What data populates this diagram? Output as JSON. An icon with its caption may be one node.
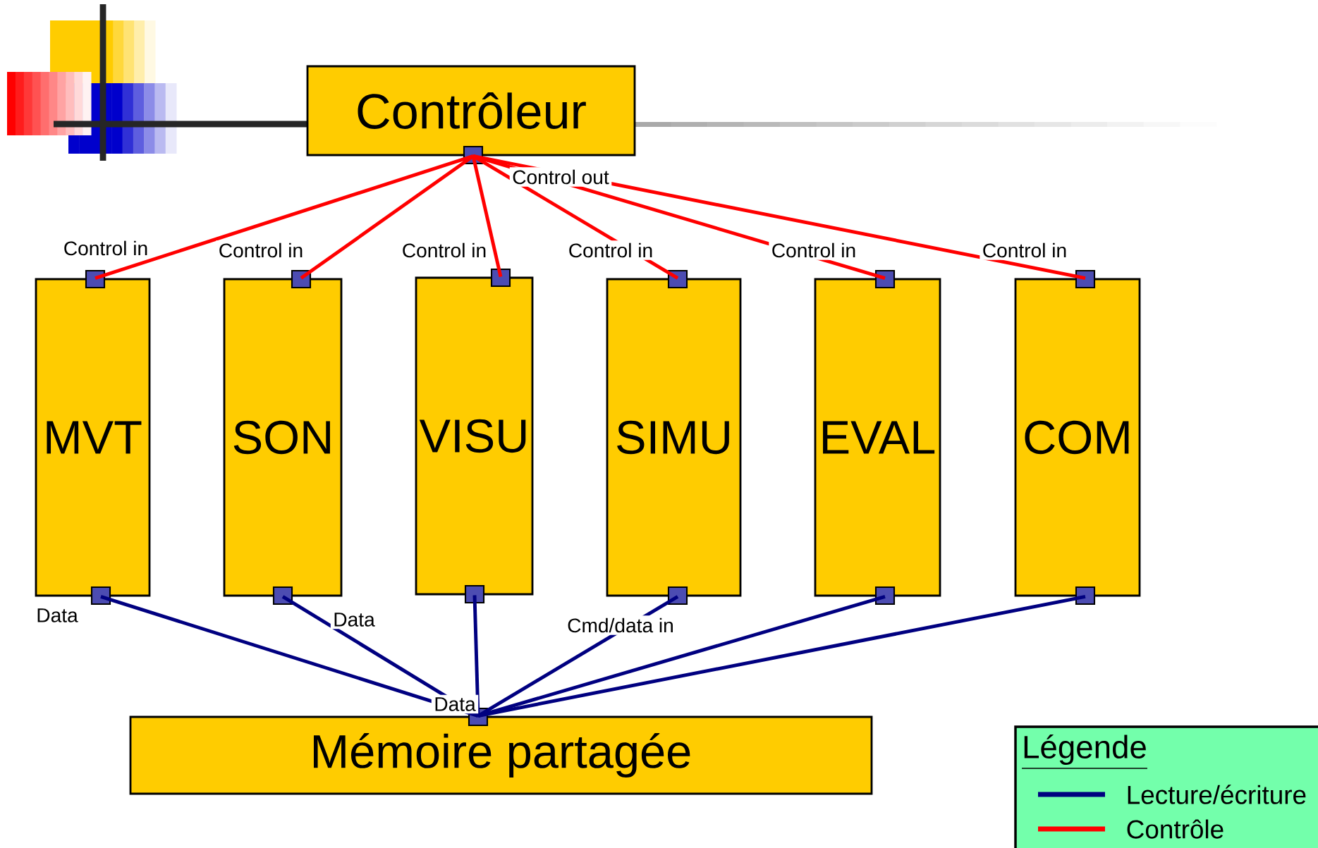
{
  "diagram": {
    "nodes": [
      {
        "text": [
          "Contrôleur"
        ]
      },
      {
        "text": [
          "MVT"
        ]
      },
      {
        "text": [
          "SON"
        ]
      },
      {
        "text": [
          "VISU"
        ]
      },
      {
        "text": [
          "SIMU"
        ]
      },
      {
        "text": [
          "EVAL"
        ]
      },
      {
        "text": [
          "COM"
        ]
      },
      {
        "text": [
          "Mémoire partagée"
        ]
      }
    ],
    "edges": [
      {
        "from": 0,
        "to": 1,
        "arrow": "none",
        "color": "#ff0000"
      },
      {
        "from": 0,
        "to": 2,
        "arrow": "none",
        "color": "#ff0000"
      },
      {
        "from": 0,
        "to": 3,
        "arrow": "none",
        "color": "#ff0000"
      },
      {
        "from": 0,
        "to": 4,
        "arrow": "none",
        "color": "#ff0000"
      },
      {
        "from": 0,
        "to": 5,
        "arrow": "none",
        "color": "#ff0000"
      },
      {
        "from": 0,
        "to": 6,
        "arrow": "none",
        "color": "#ff0000"
      },
      {
        "from": 1,
        "to": 7,
        "arrow": "none",
        "color": "#000080"
      },
      {
        "from": 2,
        "to": 7,
        "arrow": "none",
        "color": "#000080"
      },
      {
        "from": 3,
        "to": 7,
        "arrow": "none",
        "color": "#000080"
      },
      {
        "from": 4,
        "to": 7,
        "arrow": "none",
        "color": "#000080"
      },
      {
        "from": 5,
        "to": 7,
        "arrow": "none",
        "color": "#000080"
      },
      {
        "from": 6,
        "to": 7,
        "arrow": "none",
        "color": "#000080"
      }
    ],
    "labels": [
      "Control out",
      "Control in",
      "Control in",
      "Control in",
      "Control in",
      "Control in",
      "Control in",
      "Data",
      "Data",
      "Cmd/data in",
      "Data",
      "Légende"
    ],
    "legend": [
      {
        "text": "Lecture/écriture"
      },
      {
        "text": "Contrôle"
      }
    ]
  }
}
